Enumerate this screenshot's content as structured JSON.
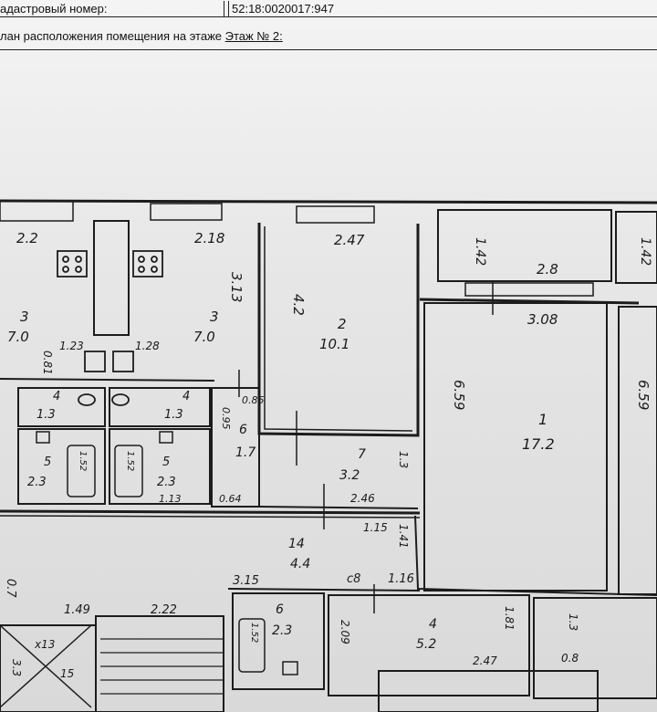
{
  "header": {
    "cadastral_label": "адастровый номер:",
    "cadastral_value": "52:18:0020017:947",
    "plan_caption": "лан расположения помещения на этаже",
    "floor_link": "Этаж № 2:"
  },
  "plan_labels": {
    "kitchen_left_width": "2.2",
    "kitchen_right_width": "2.18",
    "room2_width": "2.47",
    "balcony_depth_1": "1.42",
    "balcony_depth_2": "1.42",
    "balcony_width": "2.8",
    "room1_width": "3.08",
    "kitchen_left_depth": "3.13",
    "room2_depth": "4.2",
    "kitchen_left_no": "3",
    "kitchen_left_area": "7.0",
    "kitchen_right_no": "3",
    "kitchen_right_area": "7.0",
    "room2_no": "2",
    "room2_area": "10.1",
    "small_dim_a": "1.23",
    "small_dim_b": "1.28",
    "small_dim_c": "0.81",
    "wc_left_no": "4",
    "wc_left_area": "1.3",
    "wc_right_no": "4",
    "wc_right_area": "1.3",
    "hall_dim_95": "0.95",
    "hall_dim_85": "0.85",
    "hall6_no": "6",
    "hall6_area": "1.7",
    "bath_left_no": "5",
    "bath_left_area": "2.3",
    "bath_right_no": "5",
    "bath_right_area": "2.3",
    "tub_left": "1.52",
    "tub_right": "1.52",
    "bath_dim": "1.13",
    "hall_dim_064": "0.64",
    "corr7_no": "7",
    "corr7_area": "3.2",
    "corr_dim_13": "1.3",
    "corr_width": "2.46",
    "room1_depth": "6.59",
    "room1_no": "1",
    "room1_area": "17.2",
    "room_right_depth": "6.59",
    "hall14_dim": "1.15",
    "hall14_no": "14",
    "hall14_area": "4.4",
    "hall_dim_141": "1.41",
    "dim_315": "3.15",
    "dim_c8": "c8",
    "dim_116": "1.16",
    "dim_07": "0.7",
    "dim_149": "1.49",
    "dim_222": "2.22",
    "stair_x13": "x13",
    "stair_15": "15",
    "stair_33": "3.3",
    "bath6_no": "6",
    "bath6_area": "2.3",
    "tub6": "1.52",
    "dim_209": "2.09",
    "room4_no": "4",
    "room4_area": "5.2",
    "dim_181": "1.81",
    "dim_13b": "1.3",
    "dim_247b": "2.47",
    "dim_08": "0.8"
  }
}
